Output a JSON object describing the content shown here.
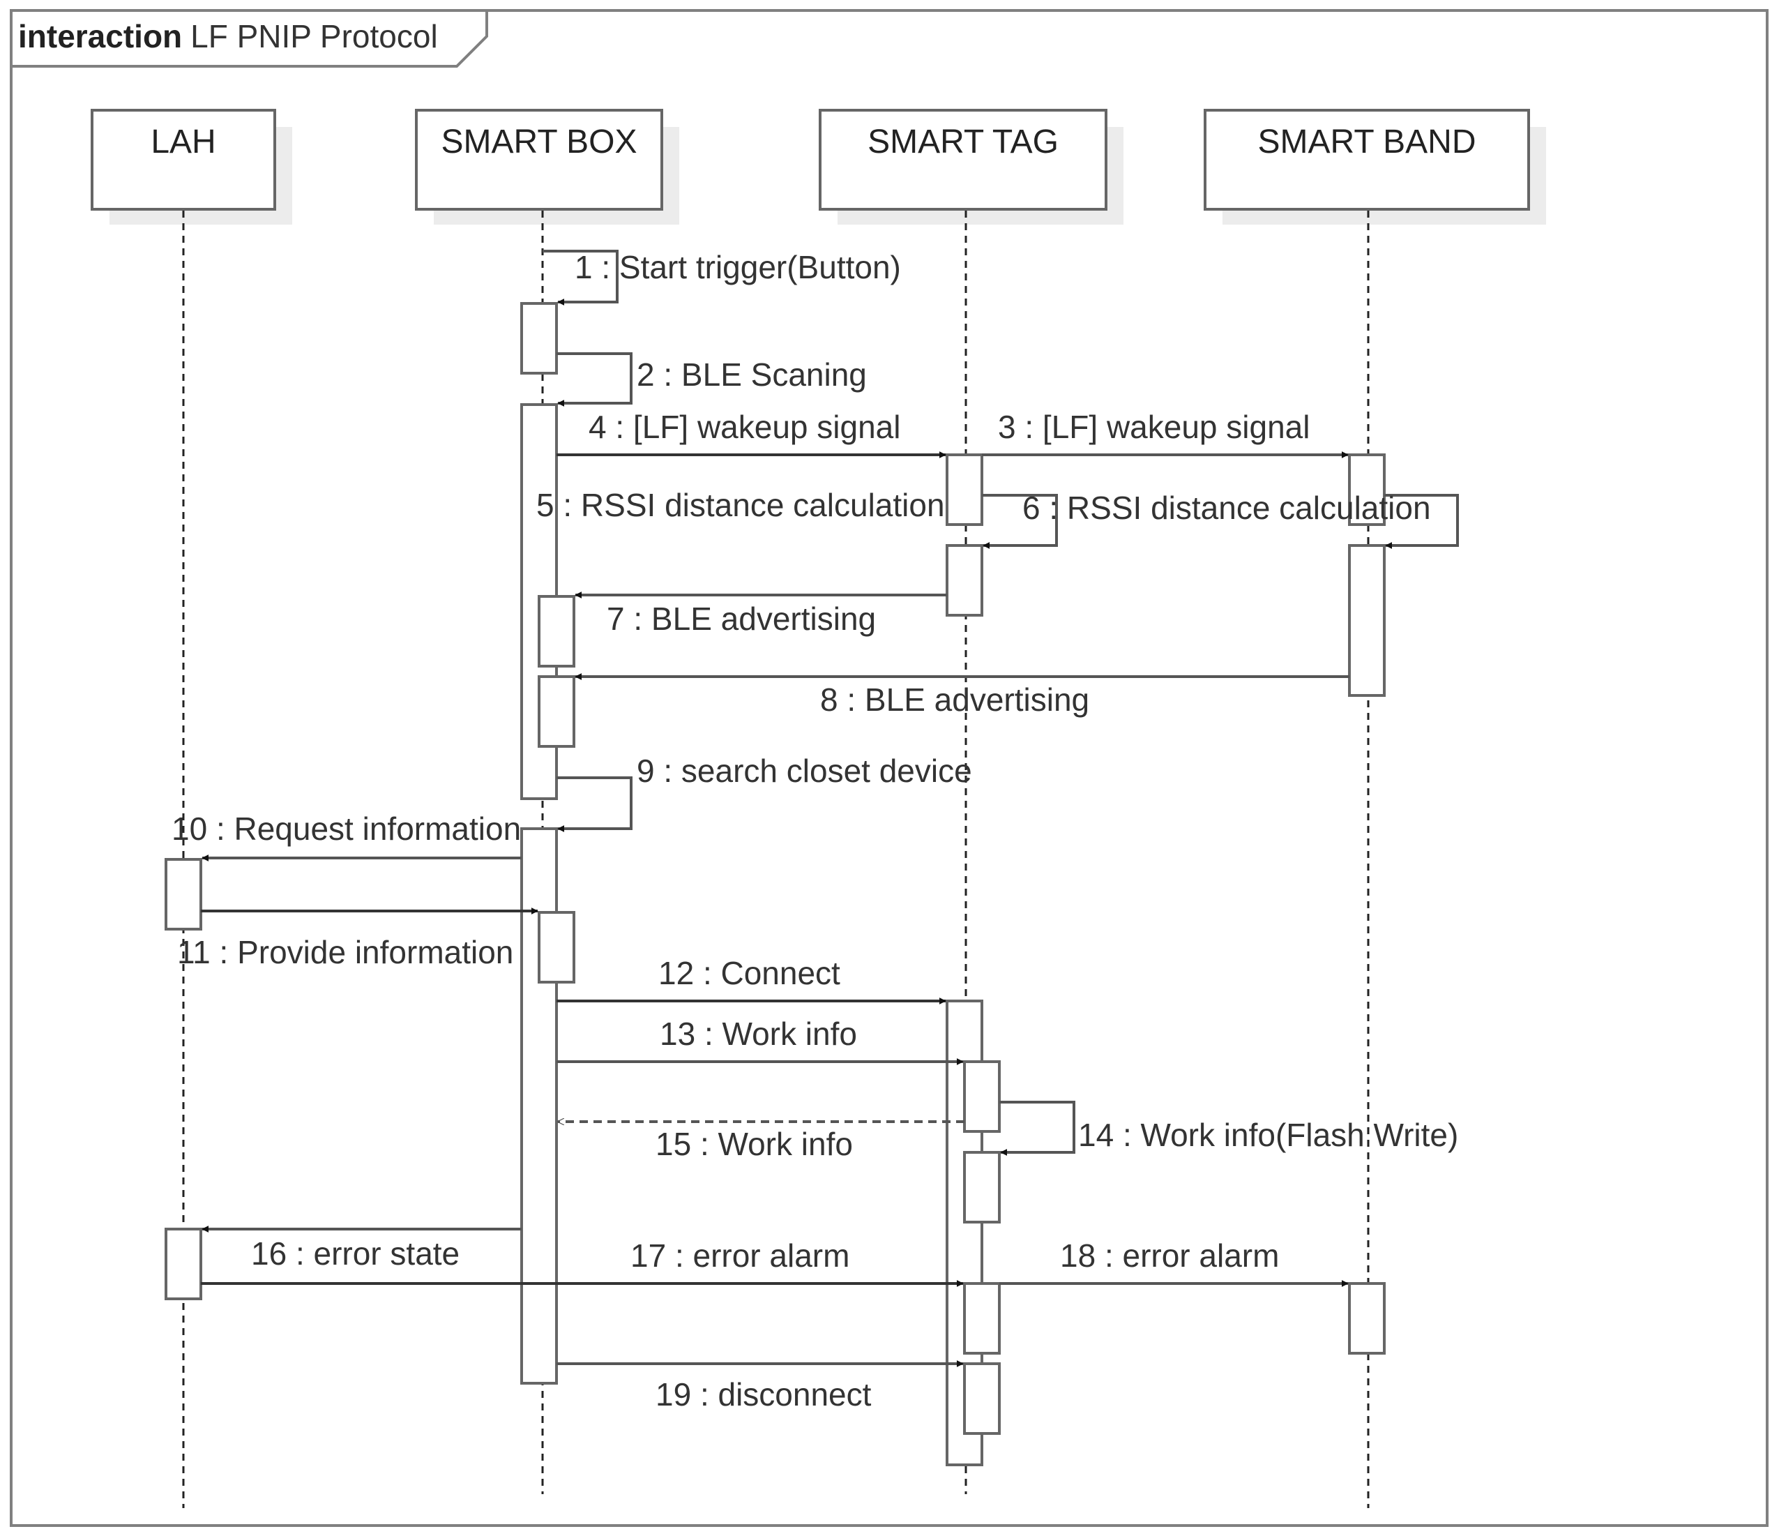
{
  "frame": {
    "keyword": "interaction",
    "name": "LF PNIP Protocol"
  },
  "lifelines": [
    {
      "id": "lah",
      "name": "LAH"
    },
    {
      "id": "smart_box",
      "name": "SMART BOX"
    },
    {
      "id": "smart_tag",
      "name": "SMART TAG"
    },
    {
      "id": "smart_band",
      "name": "SMART BAND"
    }
  ],
  "messages": [
    {
      "n": "1",
      "label": "1 : Start trigger(Button)",
      "from": "SMART BOX",
      "to": "SMART BOX",
      "kind": "self"
    },
    {
      "n": "2",
      "label": "2 : BLE Scaning",
      "from": "SMART BOX",
      "to": "SMART BOX",
      "kind": "self"
    },
    {
      "n": "3",
      "label": "3 : [LF] wakeup signal",
      "from": "SMART TAG",
      "to": "SMART BAND",
      "kind": "sync"
    },
    {
      "n": "4",
      "label": "4 : [LF] wakeup signal",
      "from": "SMART BOX",
      "to": "SMART TAG",
      "kind": "sync"
    },
    {
      "n": "5",
      "label": "5 : RSSI distance calculation",
      "from": "SMART TAG",
      "to": "SMART TAG",
      "kind": "self"
    },
    {
      "n": "6",
      "label": "6 : RSSI distance calculation",
      "from": "SMART BAND",
      "to": "SMART BAND",
      "kind": "self"
    },
    {
      "n": "7",
      "label": "7 : BLE advertising",
      "from": "SMART TAG",
      "to": "SMART BOX",
      "kind": "sync"
    },
    {
      "n": "8",
      "label": "8 : BLE advertising",
      "from": "SMART BAND",
      "to": "SMART BOX",
      "kind": "sync"
    },
    {
      "n": "9",
      "label": "9 : search closet device",
      "from": "SMART BOX",
      "to": "SMART BOX",
      "kind": "self"
    },
    {
      "n": "10",
      "label": "10 : Request information",
      "from": "SMART BOX",
      "to": "LAH",
      "kind": "sync"
    },
    {
      "n": "11",
      "label": "11 : Provide information",
      "from": "LAH",
      "to": "SMART BOX",
      "kind": "sync"
    },
    {
      "n": "12",
      "label": "12 : Connect",
      "from": "SMART BOX",
      "to": "SMART TAG",
      "kind": "sync"
    },
    {
      "n": "13",
      "label": "13 : Work info",
      "from": "SMART BOX",
      "to": "SMART TAG",
      "kind": "sync"
    },
    {
      "n": "14",
      "label": "14 : Work info(Flash Write)",
      "from": "SMART TAG",
      "to": "SMART TAG",
      "kind": "self"
    },
    {
      "n": "15",
      "label": "15 : Work info",
      "from": "SMART TAG",
      "to": "SMART BOX",
      "kind": "reply"
    },
    {
      "n": "16",
      "label": "16 : error state",
      "from": "SMART BOX",
      "to": "LAH",
      "kind": "sync"
    },
    {
      "n": "17",
      "label": "17 : error alarm",
      "from": "LAH",
      "to": "SMART TAG",
      "kind": "sync"
    },
    {
      "n": "18",
      "label": "18 : error alarm",
      "from": "SMART TAG",
      "to": "SMART BAND",
      "kind": "sync"
    },
    {
      "n": "19",
      "label": "19 : disconnect",
      "from": "SMART BOX",
      "to": "SMART TAG",
      "kind": "sync"
    }
  ]
}
